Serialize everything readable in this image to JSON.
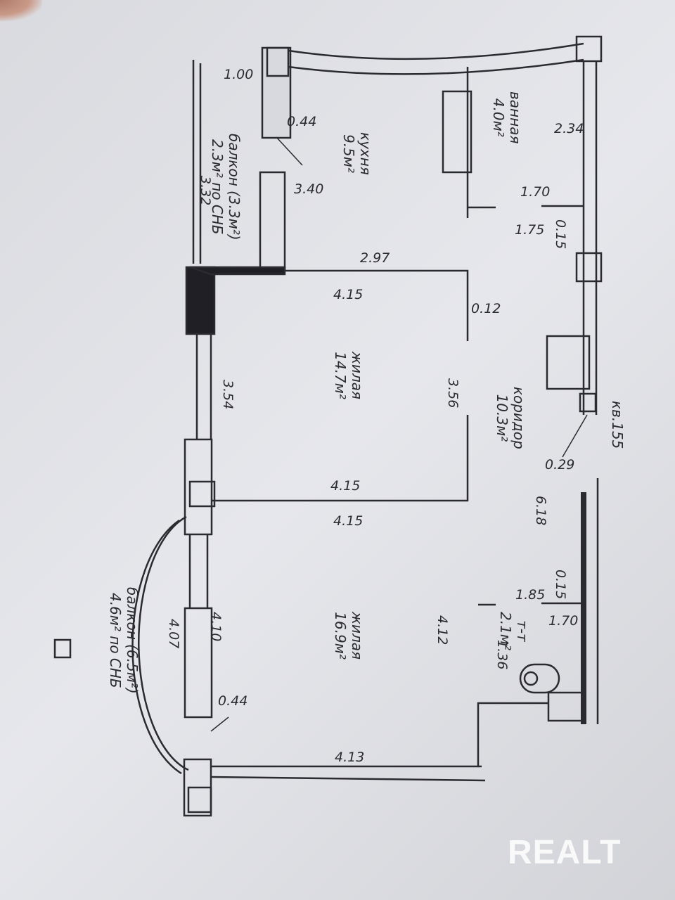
{
  "rooms": {
    "balcony_small": {
      "name": "балкон (3.3м²)",
      "area": "2.3м² по СНБ"
    },
    "kitchen": {
      "name": "кухня",
      "area": "9.5м²"
    },
    "bathroom": {
      "name": "ванная",
      "area": "4.0м²"
    },
    "living1": {
      "name": "жилая",
      "area": "14.7м²"
    },
    "corridor": {
      "name": "коридор",
      "area": "10.3м²"
    },
    "apartment": "кв.155",
    "living2": {
      "name": "жилая",
      "area": "16.9м²"
    },
    "toilet": {
      "name": "т-т",
      "area": "2.1м²"
    },
    "balcony_large": {
      "name": "балкон (6.5м²)",
      "area": "4.6м² по СНБ"
    }
  },
  "dimensions": [
    "1.00",
    "0.44",
    "3.40",
    "3.32",
    "2.34",
    "1.70",
    "1.75",
    "0.15",
    "2.97",
    "4.15",
    "0.12",
    "3.54",
    "3.56",
    "0.29",
    "4.15",
    "4.15",
    "6.18",
    "1.85",
    "0.15",
    "1.70",
    "4.12",
    "1.36",
    "4.10",
    "4.07",
    "0.44",
    "4.13"
  ],
  "watermark": "REALT",
  "colors": {
    "paper": "#e2e3e8",
    "ink": "#2a2a30"
  }
}
